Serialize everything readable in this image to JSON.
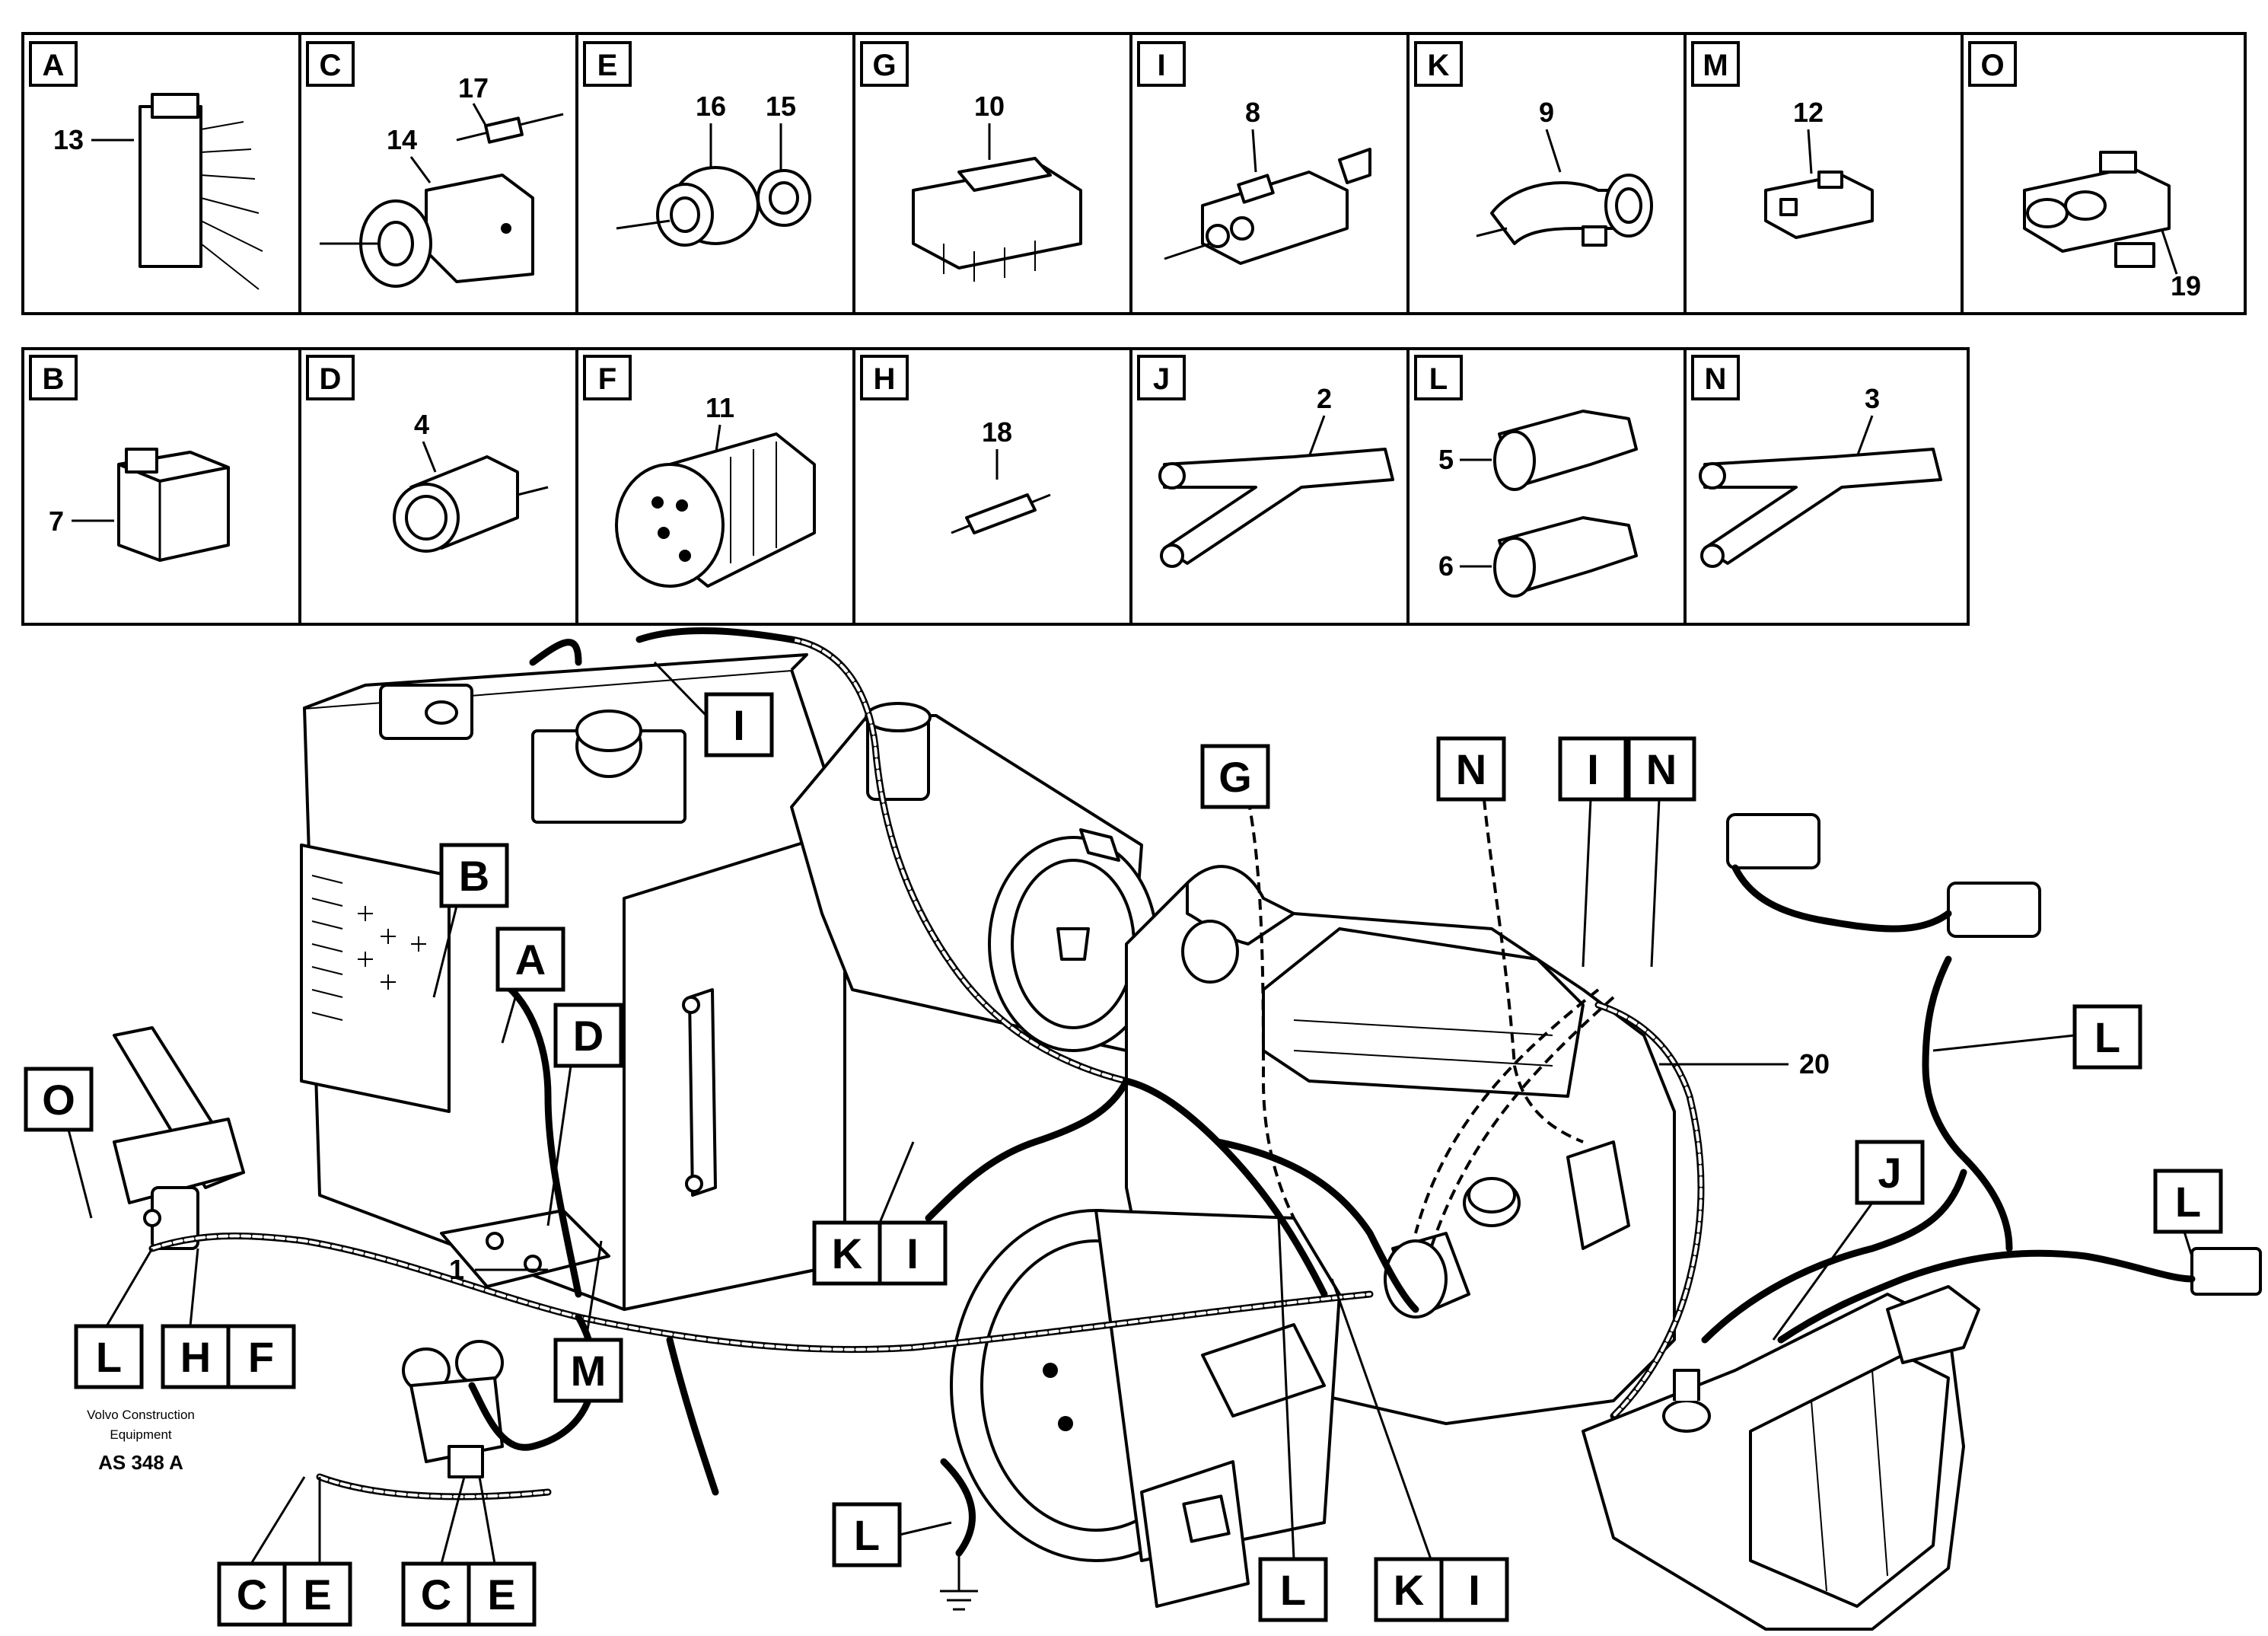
{
  "panels_row1": [
    {
      "letter": "A",
      "numbers": [
        "13"
      ]
    },
    {
      "letter": "C",
      "numbers": [
        "17",
        "14"
      ]
    },
    {
      "letter": "E",
      "numbers": [
        "16",
        "15"
      ]
    },
    {
      "letter": "G",
      "numbers": [
        "10"
      ]
    },
    {
      "letter": "I",
      "numbers": [
        "8"
      ]
    },
    {
      "letter": "K",
      "numbers": [
        "9"
      ]
    },
    {
      "letter": "M",
      "numbers": [
        "12"
      ]
    },
    {
      "letter": "O",
      "numbers": [
        "19"
      ]
    }
  ],
  "panels_row2": [
    {
      "letter": "B",
      "numbers": [
        "7"
      ]
    },
    {
      "letter": "D",
      "numbers": [
        "4"
      ]
    },
    {
      "letter": "F",
      "numbers": [
        "11"
      ]
    },
    {
      "letter": "H",
      "numbers": [
        "18"
      ]
    },
    {
      "letter": "J",
      "numbers": [
        "2"
      ]
    },
    {
      "letter": "L",
      "numbers": [
        "5",
        "6"
      ]
    },
    {
      "letter": "N",
      "numbers": [
        "3"
      ]
    }
  ],
  "callouts": [
    "I",
    "B",
    "A",
    "D",
    "G",
    "N",
    "I",
    "N",
    "L",
    "O",
    "J",
    "L",
    "K",
    "I",
    "L",
    "H",
    "F",
    "M",
    "C",
    "E",
    "C",
    "E",
    "L",
    "L",
    "K",
    "I"
  ],
  "part_numbers": {
    "harness": "1",
    "tank_sender": "20"
  },
  "credit": {
    "line1": "Volvo Construction",
    "line2": "Equipment",
    "code": "AS 348 A"
  }
}
